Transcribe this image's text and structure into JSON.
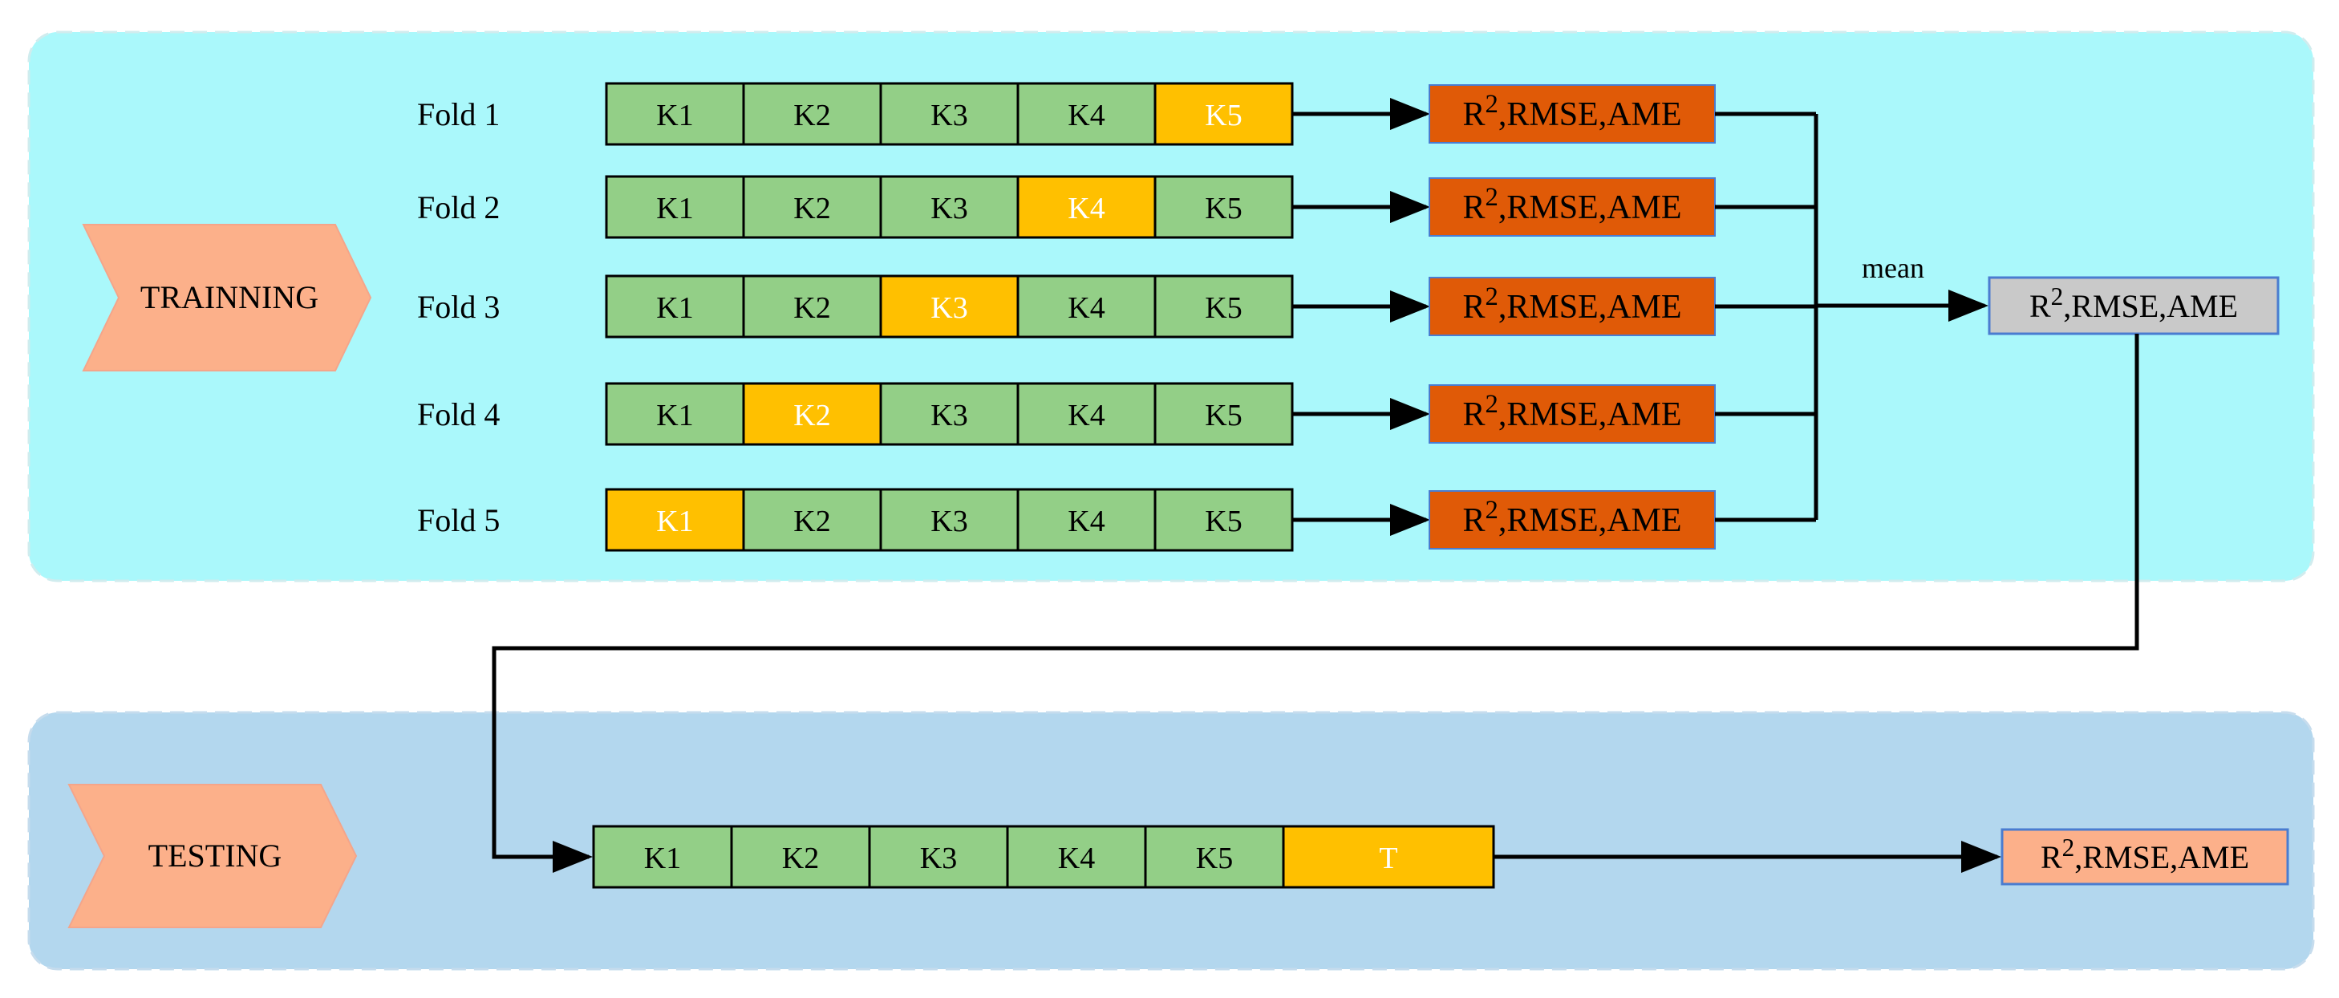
{
  "training": {
    "label": "TRAINNING",
    "folds": [
      {
        "label": "Fold 1",
        "cells": [
          "K1",
          "K2",
          "K3",
          "K4",
          "K5"
        ],
        "test_index": 4
      },
      {
        "label": "Fold 2",
        "cells": [
          "K1",
          "K2",
          "K3",
          "K4",
          "K5"
        ],
        "test_index": 3
      },
      {
        "label": "Fold 3",
        "cells": [
          "K1",
          "K2",
          "K3",
          "K4",
          "K5"
        ],
        "test_index": 2
      },
      {
        "label": "Fold 4",
        "cells": [
          "K1",
          "K2",
          "K3",
          "K4",
          "K5"
        ],
        "test_index": 1
      },
      {
        "label": "Fold 5",
        "cells": [
          "K1",
          "K2",
          "K3",
          "K4",
          "K5"
        ],
        "test_index": 0
      }
    ],
    "metrics_label": "R2,RMSE,AME",
    "mean_label": "mean",
    "mean_metrics_label": "R2,RMSE,AME"
  },
  "testing": {
    "label": "TESTING",
    "cells": [
      "K1",
      "K2",
      "K3",
      "K4",
      "K5"
    ],
    "test_cell": "T",
    "metrics_label": "R2,RMSE,AME"
  },
  "colors": {
    "training_panel": "#aaf8fb",
    "testing_panel": "#b3d7ee",
    "chevron": "#fcb08a",
    "train_cell": "#93cf87",
    "test_cell": "#ffc000",
    "fold_metric_box": "#e05a07",
    "mean_metric_box": "#c9c9c9",
    "final_metric_box": "#fcb08a",
    "box_border": "#4a7cd0"
  }
}
